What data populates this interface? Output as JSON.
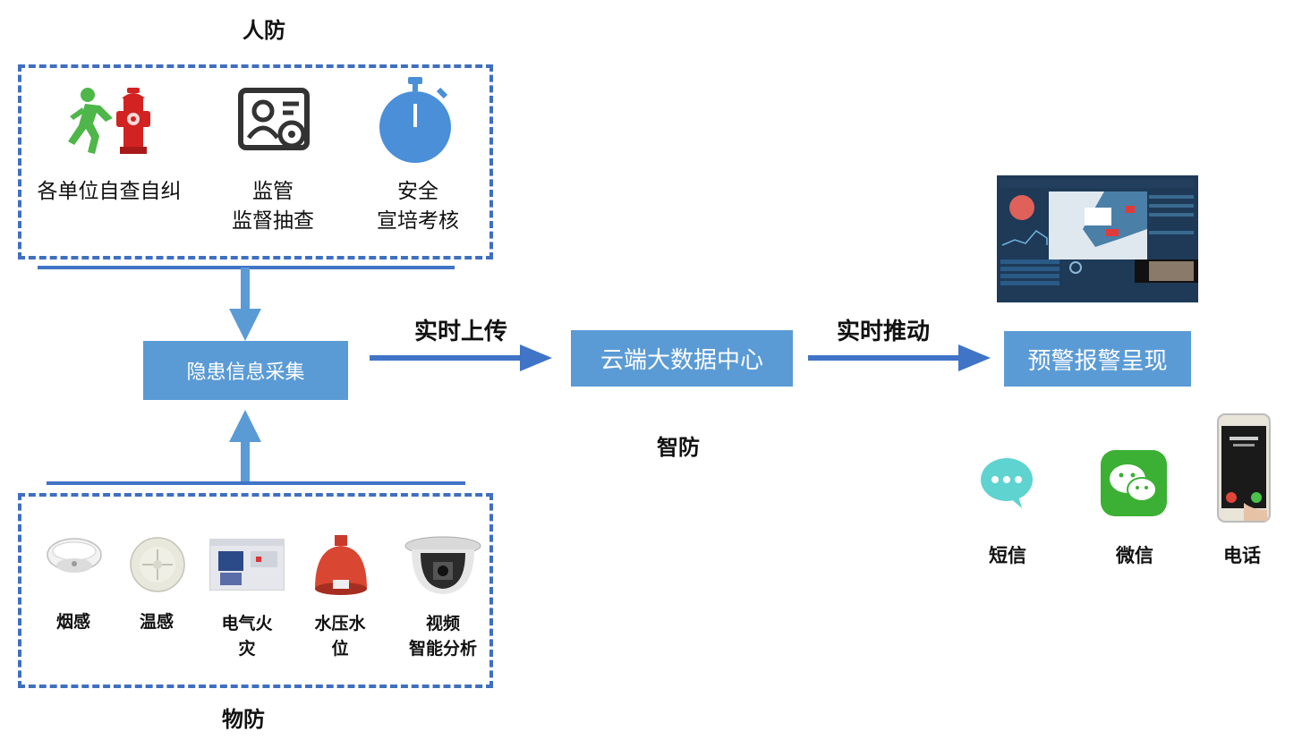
{
  "sections": {
    "renfang": "人防",
    "wufang": "物防",
    "zhifang": "智防"
  },
  "renfang_items": [
    {
      "icon": "person-running-hydrant-icon",
      "lines": [
        "各单位自查自纠"
      ]
    },
    {
      "icon": "id-card-gear-icon",
      "lines": [
        "监管",
        "监督抽查"
      ]
    },
    {
      "icon": "stopwatch-icon",
      "lines": [
        "安全",
        "宣培考核"
      ]
    }
  ],
  "wufang_items": [
    {
      "icon": "smoke-detector-icon",
      "lines": [
        "烟感"
      ]
    },
    {
      "icon": "heat-detector-icon",
      "lines": [
        "温感"
      ]
    },
    {
      "icon": "electrical-fire-monitor-icon",
      "lines": [
        "电气火",
        "灾"
      ]
    },
    {
      "icon": "water-pressure-sensor-icon",
      "lines": [
        "水压水",
        "位"
      ]
    },
    {
      "icon": "dome-camera-icon",
      "lines": [
        "视频",
        "智能分析"
      ]
    }
  ],
  "process": {
    "collect": "隐患信息采集",
    "upload": "实时上传",
    "cloud": "云端大数据中心",
    "push": "实时推动",
    "alarm": "预警报警呈现"
  },
  "channels": [
    {
      "icon": "sms-bubble-icon",
      "label": "短信"
    },
    {
      "icon": "wechat-icon",
      "label": "微信"
    },
    {
      "icon": "phone-call-icon",
      "label": "电话"
    }
  ],
  "colors": {
    "box_fill": "#5b9bd5",
    "arrow": "#3f74c6",
    "dashed_border": "#3f6fc0",
    "dashboard_bg": "#1e3a57"
  }
}
